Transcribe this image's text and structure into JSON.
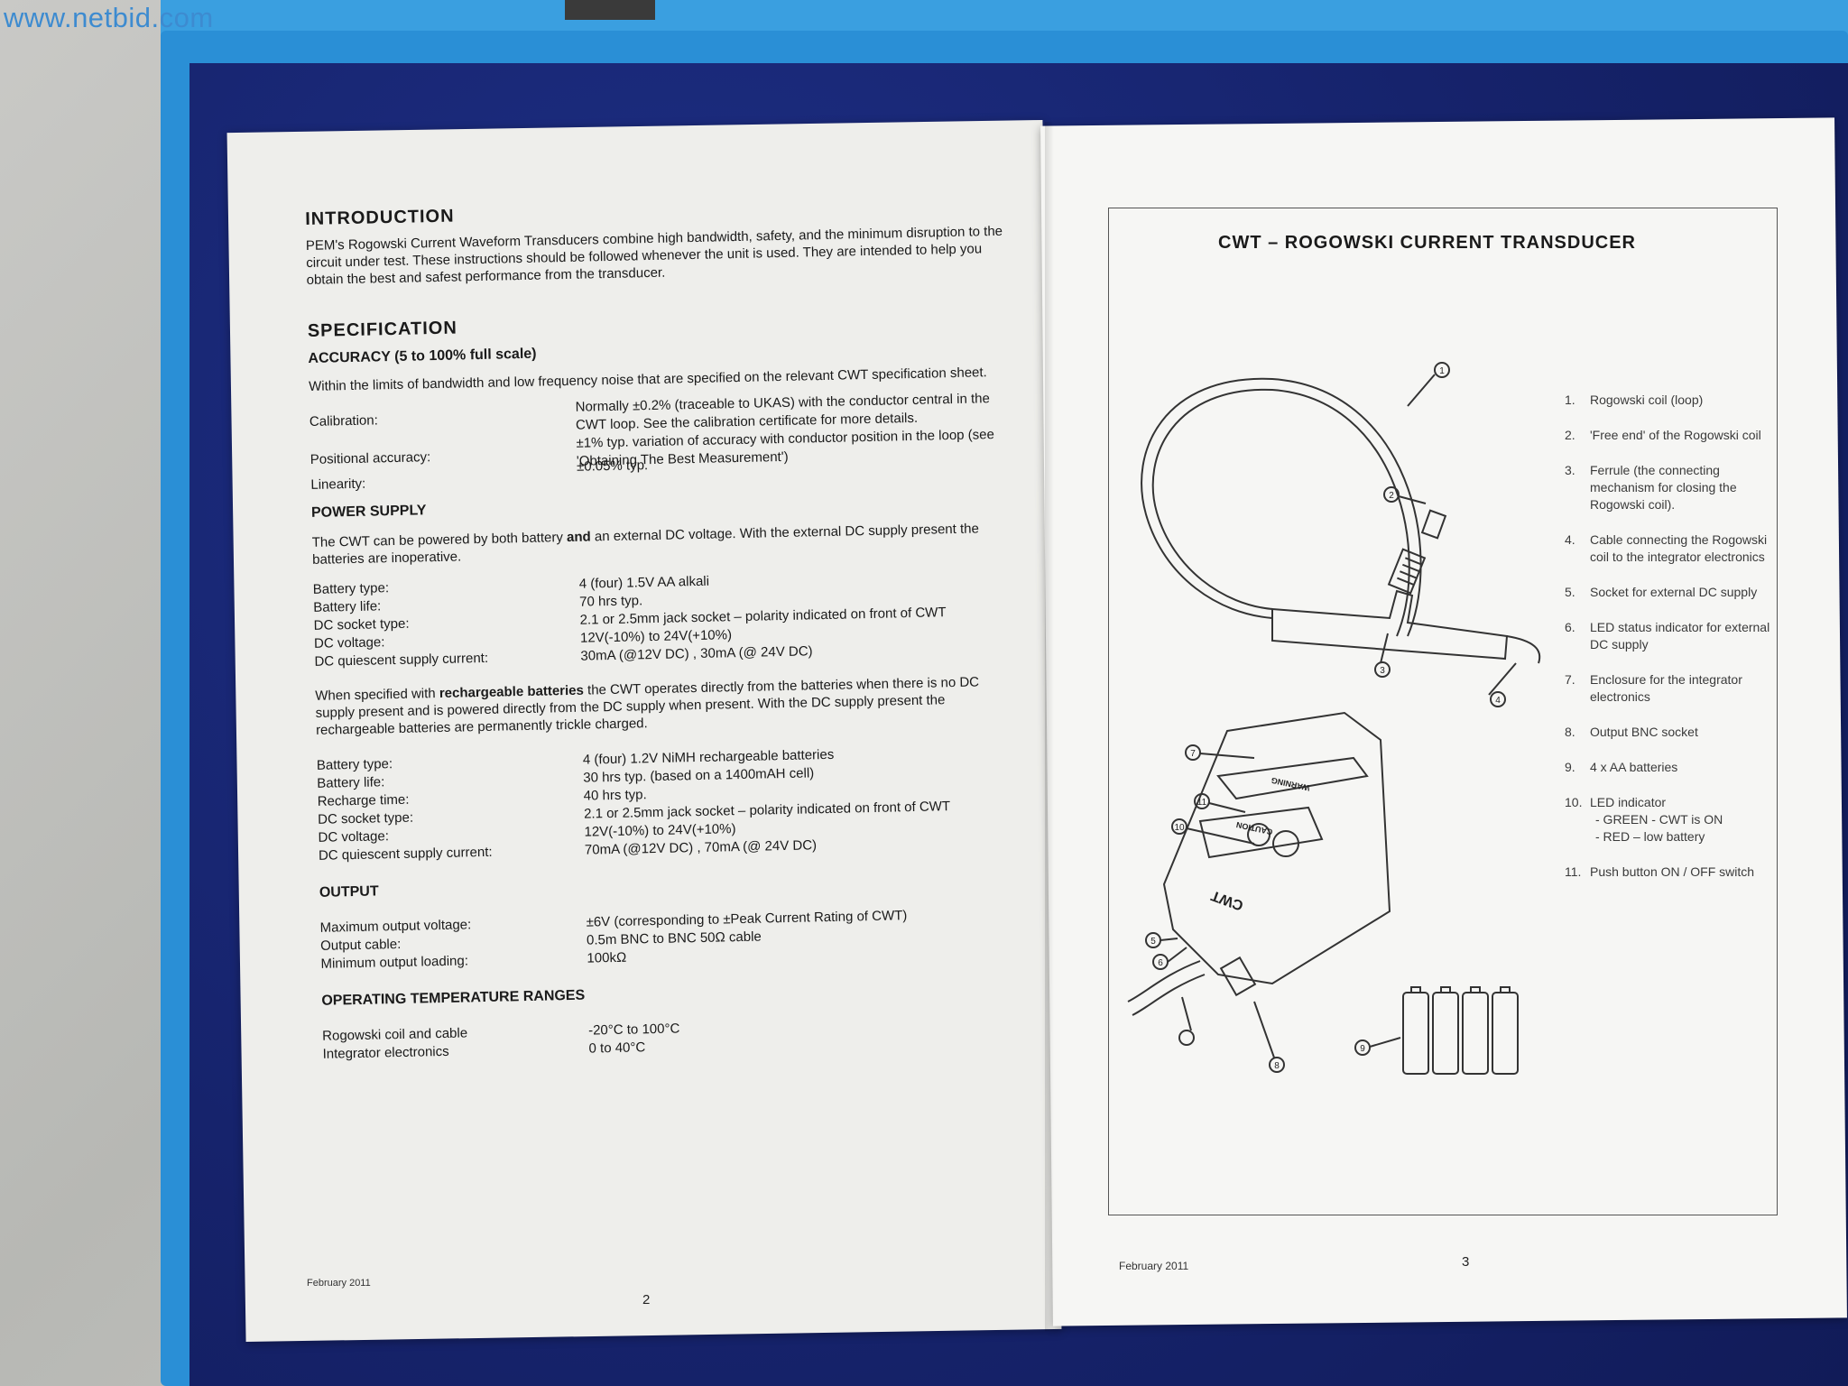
{
  "watermark": "www.netbid.com",
  "left_page": {
    "intro": {
      "heading": "INTRODUCTION",
      "text": "PEM's Rogowski Current Waveform Transducers combine high bandwidth, safety, and the minimum disruption to the circuit under test. These instructions should be followed whenever the unit is used. They are intended to help you obtain the best and safest performance from the transducer."
    },
    "specification": {
      "heading": "SPECIFICATION",
      "accuracy": {
        "heading": "ACCURACY (5 to 100% full scale)",
        "text": "Within the limits of bandwidth and low frequency noise that are specified on the relevant CWT specification sheet.",
        "rows": [
          {
            "label": "Calibration:",
            "value": "Normally ±0.2% (traceable to UKAS) with the conductor central in the CWT loop. See the calibration certificate for more details."
          },
          {
            "label": "Positional accuracy:",
            "value": "±1% typ. variation of accuracy with conductor position in the loop (see 'Obtaining The Best Measurement')"
          },
          {
            "label": "Linearity:",
            "value": "±0.05% typ."
          }
        ]
      },
      "power": {
        "heading": "POWER SUPPLY",
        "text_a": "The CWT can be powered by both battery ",
        "text_b": "and",
        "text_c": " an external DC voltage. With the external DC supply present the batteries are inoperative.",
        "rows": [
          {
            "label": "Battery type:",
            "value": "4 (four) 1.5V AA alkali"
          },
          {
            "label": "Battery life:",
            "value": "70 hrs typ."
          },
          {
            "label": "DC socket type:",
            "value": "2.1 or 2.5mm jack socket – polarity indicated on front of CWT"
          },
          {
            "label": "DC voltage:",
            "value": "12V(-10%)  to 24V(+10%)"
          },
          {
            "label": "DC quiescent supply current:",
            "value": "30mA (@12V DC)  ,  30mA (@ 24V DC)"
          }
        ],
        "recharge_a": "When specified with ",
        "recharge_b": "rechargeable batteries",
        "recharge_c": " the CWT operates directly from the batteries when there is no DC supply present and is powered directly from the DC supply when present. With the DC supply present the rechargeable batteries are permanently trickle charged.",
        "rows2": [
          {
            "label": "Battery type:",
            "value": "4 (four) 1.2V NiMH rechargeable batteries"
          },
          {
            "label": "Battery life:",
            "value": "30 hrs typ. (based on a 1400mAH cell)"
          },
          {
            "label": "Recharge time:",
            "value": "40 hrs typ."
          },
          {
            "label": "DC socket type:",
            "value": "2.1 or 2.5mm jack socket – polarity indicated on front of CWT"
          },
          {
            "label": "DC voltage:",
            "value": "12V(-10%)  to 24V(+10%)"
          },
          {
            "label": "DC quiescent supply current:",
            "value": "70mA (@12V DC)  ,  70mA (@ 24V DC)"
          }
        ]
      },
      "output": {
        "heading": "OUTPUT",
        "rows": [
          {
            "label": "Maximum output voltage:",
            "value": "±6V (corresponding to ±Peak Current Rating of CWT)"
          },
          {
            "label": "Output cable:",
            "value": "0.5m BNC to BNC 50Ω cable"
          },
          {
            "label": "Minimum output loading:",
            "value": "100kΩ"
          }
        ]
      },
      "temperature": {
        "heading": "OPERATING TEMPERATURE RANGES",
        "rows": [
          {
            "label": "Rogowski coil and cable",
            "value": "-20°C to 100°C"
          },
          {
            "label": "Integrator electronics",
            "value": "0 to 40°C"
          }
        ]
      }
    },
    "footer_date": "February 2011",
    "page_number": "2"
  },
  "right_page": {
    "title": "CWT – ROGOWSKI CURRENT TRANSDUCER",
    "legend": [
      {
        "num": "1.",
        "text": "Rogowski coil (loop)"
      },
      {
        "num": "2.",
        "text": "'Free end' of the Rogowski coil"
      },
      {
        "num": "3.",
        "text": "Ferrule (the connecting mechanism for closing the Rogowski coil)."
      },
      {
        "num": "4.",
        "text": "Cable connecting the Rogowski coil to the integrator electronics"
      },
      {
        "num": "5.",
        "text": "Socket for external DC supply"
      },
      {
        "num": "6.",
        "text": "LED status indicator for external DC supply"
      },
      {
        "num": "7.",
        "text": "Enclosure for the integrator electronics"
      },
      {
        "num": "8.",
        "text": "Output BNC socket"
      },
      {
        "num": "9.",
        "text": "4 x AA batteries"
      },
      {
        "num": "10.",
        "text": "LED indicator",
        "sub": [
          "- GREEN - CWT is ON",
          "-  RED – low battery"
        ]
      },
      {
        "num": "11.",
        "text": "Push button ON / OFF switch"
      }
    ],
    "drawing": {
      "callouts": [
        "1",
        "2",
        "3",
        "4",
        "5",
        "6",
        "7",
        "8",
        "9",
        "10",
        "11"
      ],
      "device_label": "CWT",
      "warning_label": "WARNING",
      "caution_label": "CAUTION"
    },
    "footer_date": "February 2011",
    "page_number": "3"
  }
}
